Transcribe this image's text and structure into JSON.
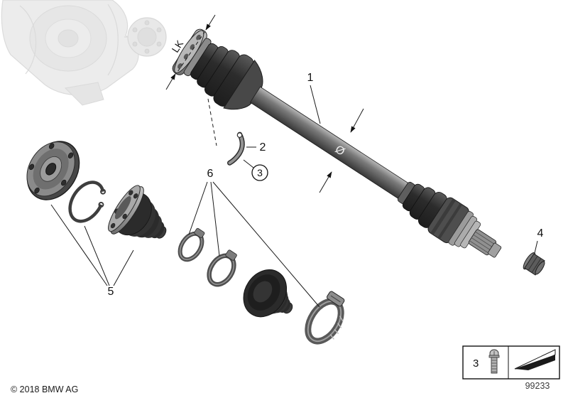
{
  "callouts": {
    "item_1": "1",
    "item_2": "2",
    "item_3": "3",
    "item_4": "4",
    "item_5": "5",
    "item_6": "6",
    "bolt_circle_label": "LK",
    "diameter_symbol": "Ø"
  },
  "legend": {
    "item_number": "3"
  },
  "footer": {
    "copyright": "© 2018 BMW AG",
    "diagram_number": "99233"
  },
  "colors": {
    "line": "#1a1a1a",
    "boot_dark": "#2b2b2b",
    "metal_light": "#b5b5b5",
    "metal_mid": "#7a7a7a",
    "faded_housing": "#d8d8d8"
  }
}
